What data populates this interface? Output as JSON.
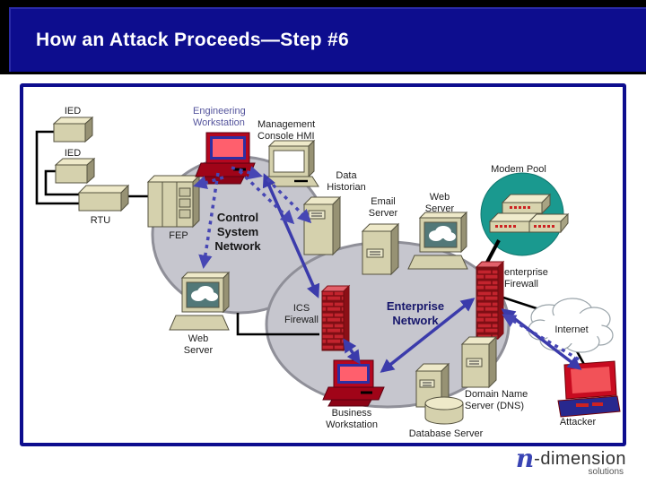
{
  "title": "How an Attack Proceeds—Step #6",
  "logo": {
    "n": "n",
    "word": "-dimension",
    "sub": "solutions"
  },
  "colors": {
    "banner_navy": "#0d0d8e",
    "frame_navy": "#0d0d8e",
    "network_gray": "#c6c6ce",
    "modem_teal": "#1a998f",
    "firewall_red": "#c3242e",
    "arrow_blue": "#3b3bab",
    "device_tan": "#d5d1ad",
    "workstation_red": "#b5071f",
    "eng_label_purple": "#55559d",
    "enterprise_label_navy": "#16166b"
  },
  "labels": {
    "ied1": "IED",
    "ied2": "IED",
    "rtu": "RTU",
    "fep": "FEP",
    "eng_ws": [
      "Engineering",
      "Workstation"
    ],
    "hmi": [
      "Management",
      "Console HMI"
    ],
    "data_historian": [
      "Data",
      "Historian"
    ],
    "modem_pool": "Modem Pool",
    "email_server": [
      "Email",
      "Server"
    ],
    "web_server_ent": [
      "Web",
      "Server"
    ],
    "control_network": [
      "Control",
      "System",
      "Network"
    ],
    "enterprise_firewall": [
      "enterprise",
      "Firewall"
    ],
    "ics_firewall": [
      "ICS",
      "Firewall"
    ],
    "enterprise_network": [
      "Enterprise",
      "Network"
    ],
    "internet": "Internet",
    "web_server_ctl": [
      "Web",
      "Server"
    ],
    "business_ws": [
      "Business",
      "Workstation"
    ],
    "dns": [
      "Domain Name",
      "Server (DNS)"
    ],
    "database": "Database Server",
    "attacker": "Attacker"
  }
}
